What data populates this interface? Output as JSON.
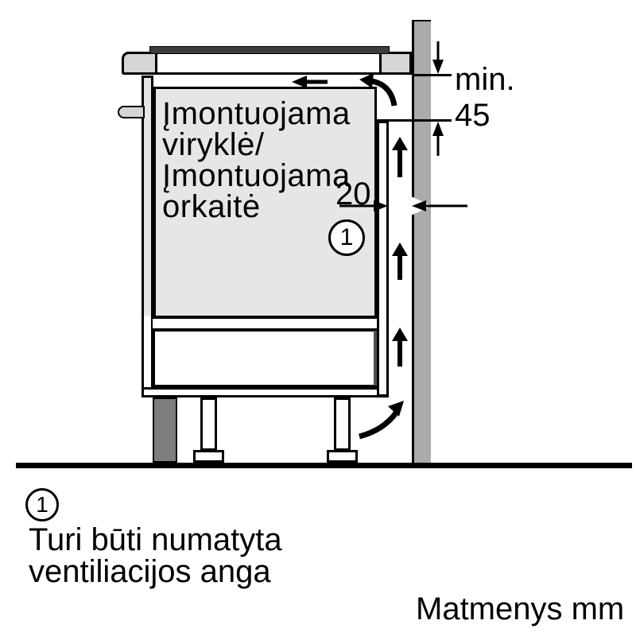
{
  "diagram": {
    "appliance_label": "Įmontuojama\nviryklė/\nĮmontuojama\norkaitė",
    "dimensions": {
      "min_label": "min.",
      "min_value": "45",
      "gap_value": "20"
    },
    "callout_number": "1",
    "parts": {
      "wall": "wall-section",
      "hob": "built-in-hob-worktop",
      "oven": "built-in-oven-cabinet",
      "ventilation_channel": "rear-ventilation-gap",
      "airflow": "upward-airflow-arrows"
    }
  },
  "footnote": {
    "callout_number": "1",
    "note": "Turi būti numatyta\nventiliacijos anga",
    "units_note": "Matmenys mm"
  },
  "colors": {
    "wall": "#ababab",
    "cabinet_fill": "#e6e6e6",
    "hob_caps": "#d5d5d5",
    "hob_glass": "#3d3d3d",
    "plinth": "#7d7d7d",
    "drawer_strip": "#4f4f4f",
    "outline": "#000000"
  }
}
